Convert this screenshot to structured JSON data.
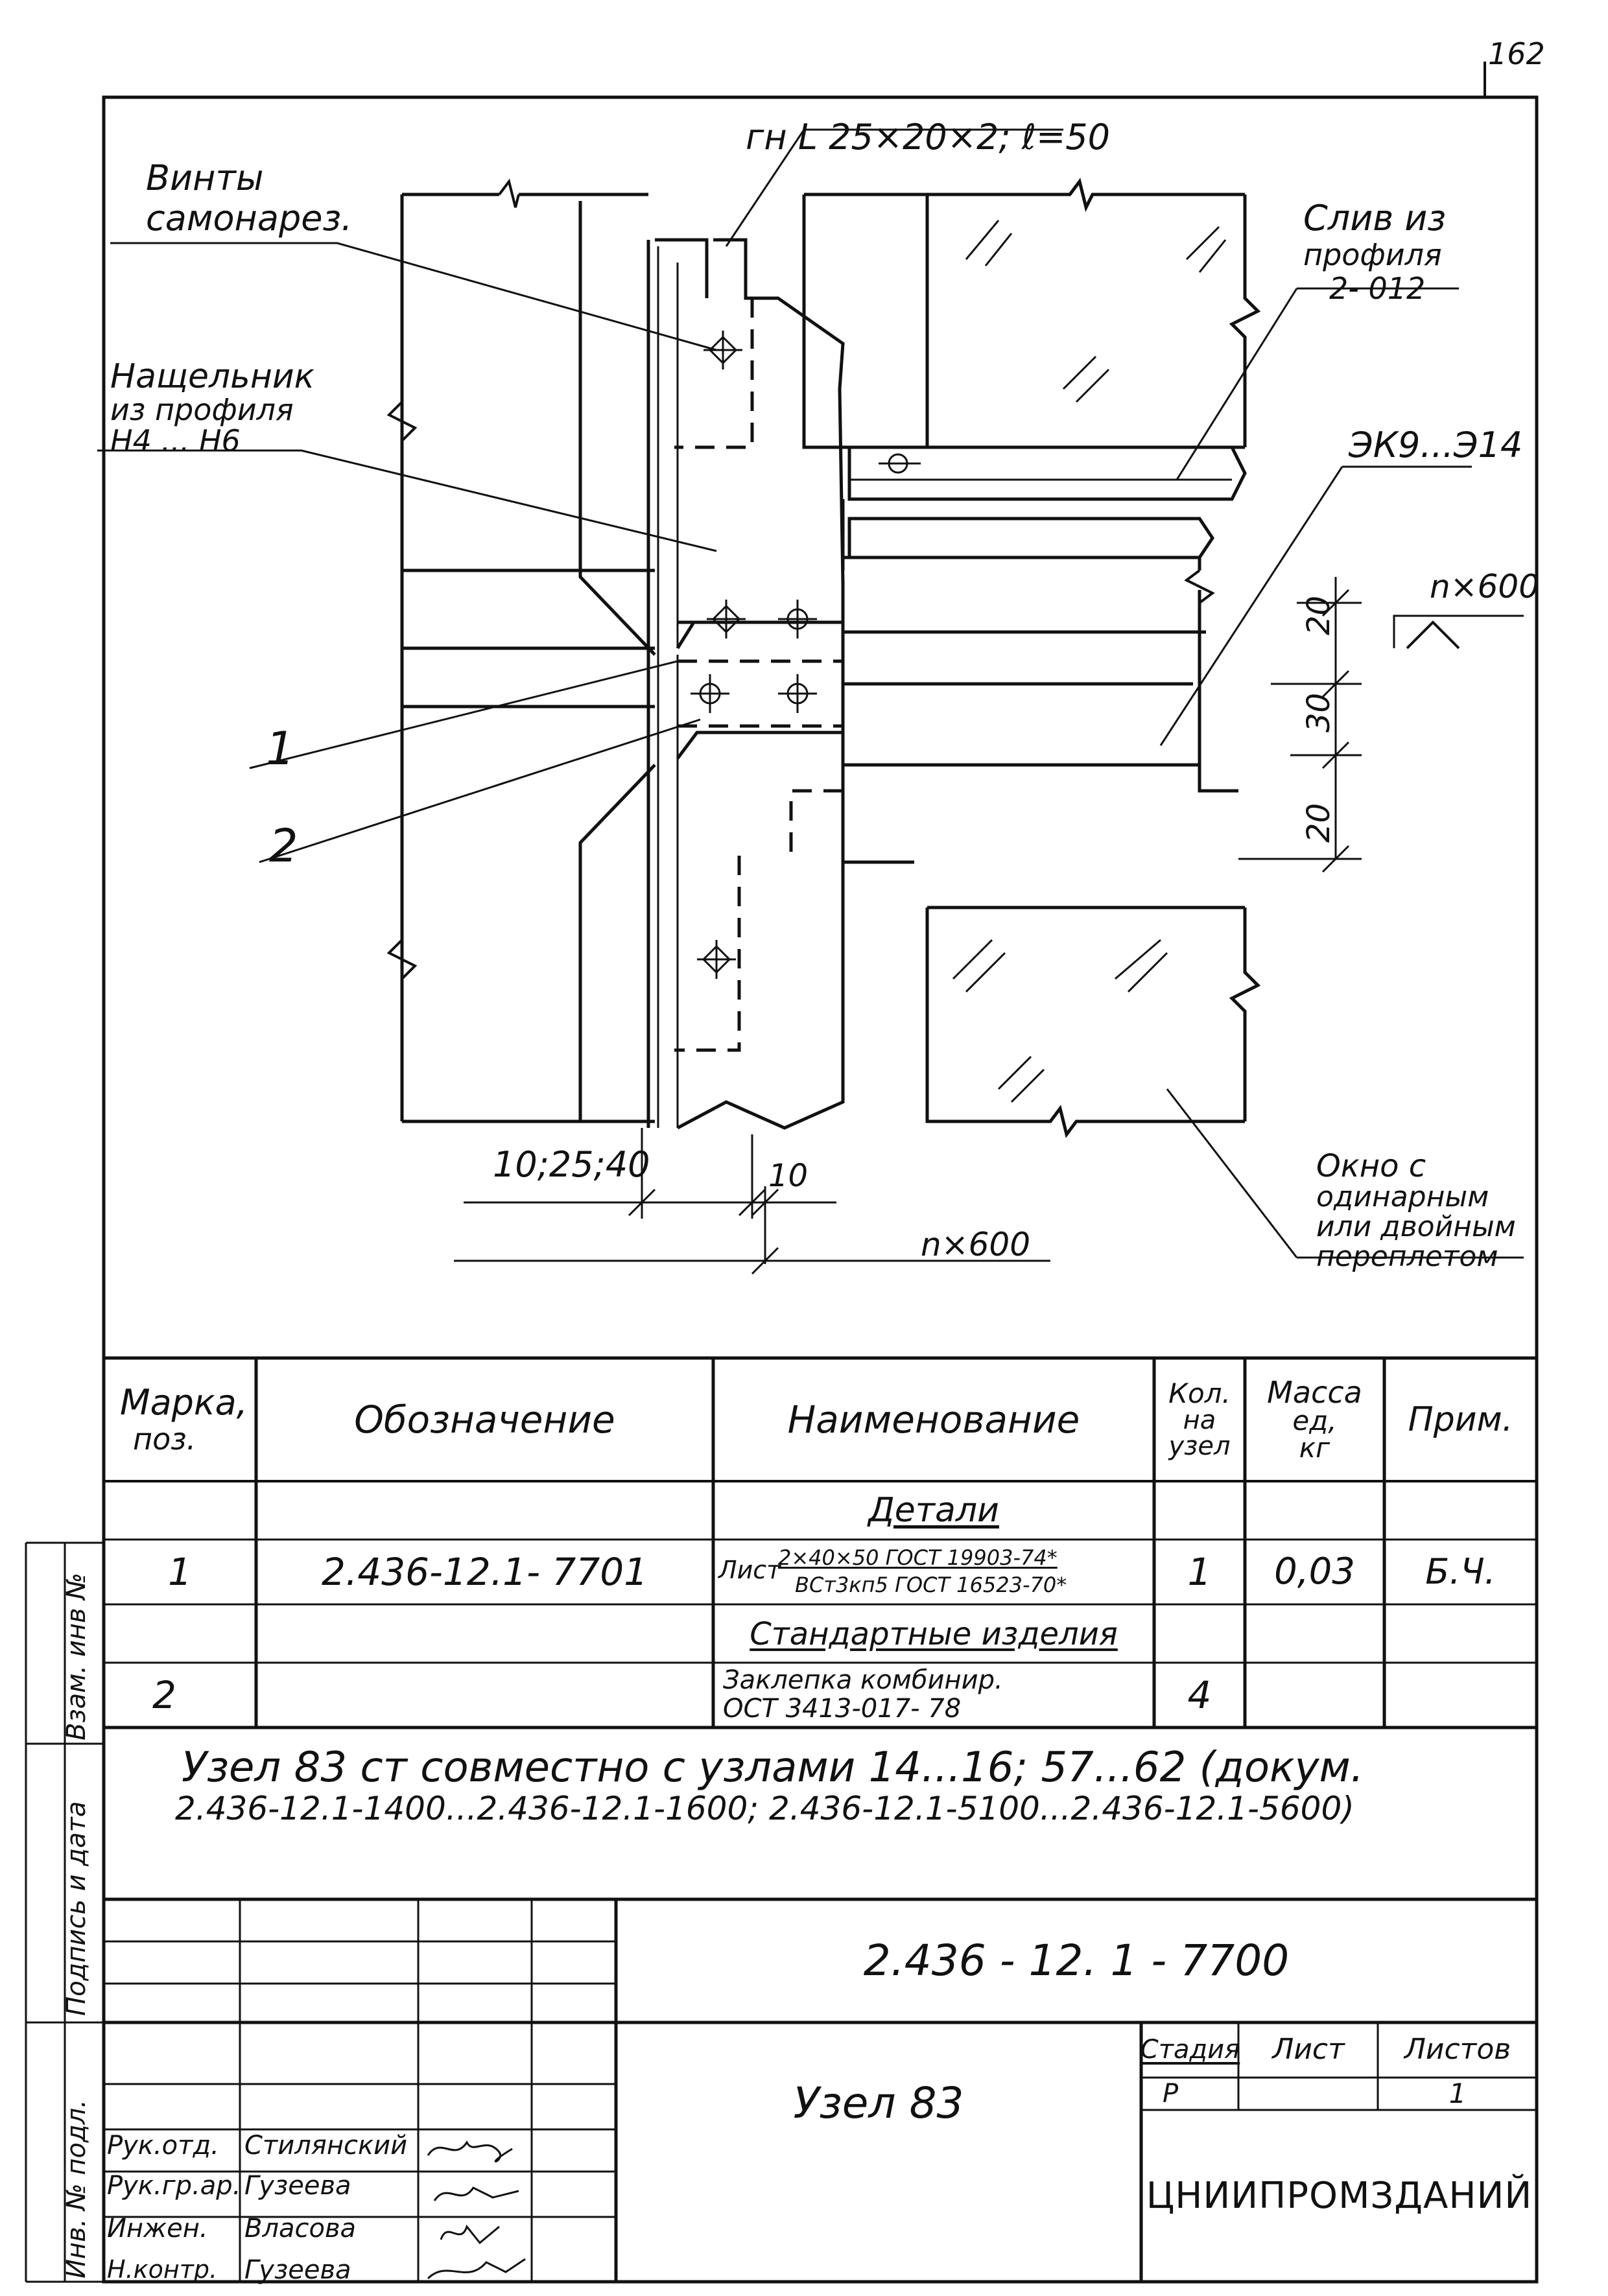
{
  "sheet_number": "162",
  "drawing": {
    "callouts": {
      "vinty": [
        "Винты",
        "самонарез."
      ],
      "angle": "гн L 25×20×2; ℓ=50",
      "slive": [
        "Слив из",
        "профиля",
        "2- 012"
      ],
      "nashchelnik": [
        "Нащельник",
        "из профиля",
        "Н4 ... Н6"
      ],
      "ek": "ЭК9...Э14",
      "pos1": "1",
      "pos2": "2",
      "okno": [
        "Окно с",
        "одинарным",
        "или двойным",
        "переплетом"
      ]
    },
    "dims": {
      "n600_right": "n×600",
      "d20_top": "20",
      "d30": "30",
      "d20_bot": "20",
      "d_left": "10;25;40",
      "d10": "10",
      "n600_bottom": "n×600"
    }
  },
  "spec_table": {
    "headers": {
      "marka": [
        "Марка,",
        "поз."
      ],
      "oboz": "Обозначение",
      "naim": "Наименование",
      "kol": [
        "Кол.",
        "на",
        "узел"
      ],
      "massa": [
        "Масса",
        "ед,",
        "кг"
      ],
      "prim": "Прим."
    },
    "section_details": "Детали",
    "row1": {
      "pos": "1",
      "oboz": "2.436-12.1- 7701",
      "naim_a": "Лист",
      "naim_b": "2×40×50 ГОСТ 19903-74*",
      "naim_c": "ВСт3кп5 ГОСТ 16523-70*",
      "kol": "1",
      "massa": "0,03",
      "prim": "Б.Ч."
    },
    "section_standard": "Стандартные изделия",
    "row2": {
      "pos": "2",
      "naim_a": "Заклепка комбинир.",
      "naim_b": "ОСТ 3413-017- 78",
      "kol": "4"
    }
  },
  "note": [
    "Узел 83 ст совместно с узлами 14...16; 57...62 (докум.",
    "2.436-12.1-1400...2.436-12.1-1600; 2.436-12.1-5100...2.436-12.1-5600)"
  ],
  "side_labels": [
    "Взам. инв №",
    "Подпись и дата",
    "Инв. № подл."
  ],
  "title_block": {
    "code": "2.436 - 12. 1 - 7700",
    "name": "Узел 83",
    "stage_label": "Стадия",
    "sheet_label": "Лист",
    "sheets_label": "Листов",
    "stage": "Р",
    "sheets": "1",
    "org": "ЦНИИПРОМЗДАНИЙ",
    "people": [
      {
        "role": "Рук.отд.",
        "name": "Стилянский"
      },
      {
        "role": "Рук.гр.ар.",
        "name": "Гузеева"
      },
      {
        "role": "Инжен.",
        "name": "Власова"
      },
      {
        "role": "Н.контр.",
        "name": "Гузеева"
      }
    ]
  }
}
